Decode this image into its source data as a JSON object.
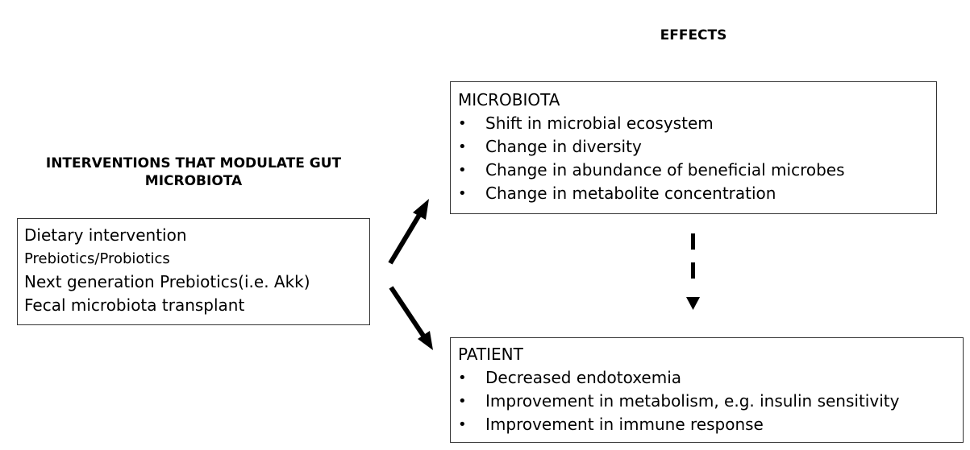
{
  "headings": {
    "effects": "EFFECTS",
    "interventions": "INTERVENTIONS THAT MODULATE GUT MICROBIOTA"
  },
  "interventions": {
    "items": [
      "Dietary intervention",
      "Prebiotics/Probiotics",
      "Next generation  Prebiotics(i.e. Akk)",
      "Fecal microbiota transplant"
    ]
  },
  "microbiota": {
    "title": "MICROBIOTA",
    "bullets": [
      "Shift in microbial ecosystem",
      "Change in diversity",
      "Change in abundance of beneficial microbes",
      "Change in metabolite concentration"
    ]
  },
  "patient": {
    "title": "PATIENT",
    "bullets": [
      "Decreased endotoxemia",
      "Improvement in metabolism, e.g. insulin sensitivity",
      "Improvement in immune response"
    ]
  },
  "bullet_glyph": "•",
  "colors": {
    "text": "#000000",
    "border": "#333333",
    "arrow": "#000000",
    "background": "#ffffff"
  }
}
